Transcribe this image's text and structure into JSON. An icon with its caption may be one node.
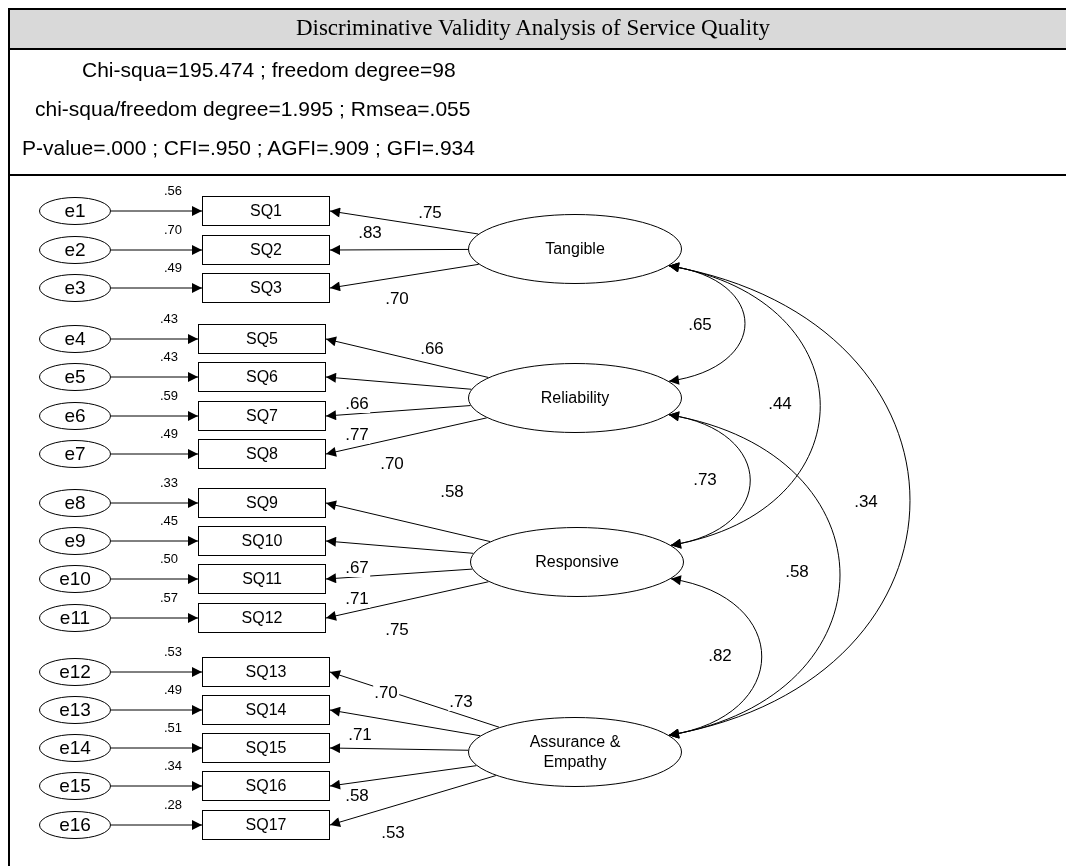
{
  "diagram": {
    "title": "Discriminative Validity Analysis of Service Quality",
    "nodes": [
      {
        "text": [
          "e1"
        ]
      },
      {
        "text": [
          "e2"
        ]
      },
      {
        "text": [
          "e3"
        ]
      },
      {
        "text": [
          "e4"
        ]
      },
      {
        "text": [
          "e5"
        ]
      },
      {
        "text": [
          "e6"
        ]
      },
      {
        "text": [
          "e7"
        ]
      },
      {
        "text": [
          "e8"
        ]
      },
      {
        "text": [
          "e9"
        ]
      },
      {
        "text": [
          "e10"
        ]
      },
      {
        "text": [
          "e11"
        ]
      },
      {
        "text": [
          "e12"
        ]
      },
      {
        "text": [
          "e13"
        ]
      },
      {
        "text": [
          "e14"
        ]
      },
      {
        "text": [
          "e15"
        ]
      },
      {
        "text": [
          "e16"
        ]
      },
      {
        "text": [
          "SQ1"
        ],
        "beside": [
          ".56"
        ]
      },
      {
        "text": [
          "SQ2"
        ],
        "beside": [
          ".70"
        ]
      },
      {
        "text": [
          "SQ3"
        ],
        "beside": [
          ".49"
        ]
      },
      {
        "text": [
          "SQ5"
        ],
        "beside": [
          ".43"
        ]
      },
      {
        "text": [
          "SQ6"
        ],
        "beside": [
          ".43"
        ]
      },
      {
        "text": [
          "SQ7"
        ],
        "beside": [
          ".59"
        ]
      },
      {
        "text": [
          "SQ8"
        ],
        "beside": [
          ".49"
        ]
      },
      {
        "text": [
          "SQ9"
        ],
        "beside": [
          ".33"
        ]
      },
      {
        "text": [
          "SQ10"
        ],
        "beside": [
          ".45"
        ]
      },
      {
        "text": [
          "SQ11"
        ],
        "beside": [
          ".50"
        ]
      },
      {
        "text": [
          "SQ12"
        ],
        "beside": [
          ".57"
        ]
      },
      {
        "text": [
          "SQ13"
        ],
        "beside": [
          ".53"
        ]
      },
      {
        "text": [
          "SQ14"
        ],
        "beside": [
          ".49"
        ]
      },
      {
        "text": [
          "SQ15"
        ],
        "beside": [
          ".51"
        ]
      },
      {
        "text": [
          "SQ16"
        ],
        "beside": [
          ".34"
        ]
      },
      {
        "text": [
          "SQ17"
        ],
        "beside": [
          ".28"
        ]
      },
      {
        "text": [
          "Tangible"
        ]
      },
      {
        "text": [
          "Reliability"
        ]
      },
      {
        "text": [
          "Responsive"
        ]
      },
      {
        "text": [
          "Assurance & Empathy"
        ]
      }
    ],
    "edges": [
      {
        "from": 0,
        "to": 16,
        "arrow": "to"
      },
      {
        "from": 1,
        "to": 17,
        "arrow": "to"
      },
      {
        "from": 2,
        "to": 18,
        "arrow": "to"
      },
      {
        "from": 3,
        "to": 19,
        "arrow": "to"
      },
      {
        "from": 4,
        "to": 20,
        "arrow": "to"
      },
      {
        "from": 5,
        "to": 21,
        "arrow": "to"
      },
      {
        "from": 6,
        "to": 22,
        "arrow": "to"
      },
      {
        "from": 7,
        "to": 23,
        "arrow": "to"
      },
      {
        "from": 8,
        "to": 24,
        "arrow": "to"
      },
      {
        "from": 9,
        "to": 25,
        "arrow": "to"
      },
      {
        "from": 10,
        "to": 26,
        "arrow": "to"
      },
      {
        "from": 11,
        "to": 27,
        "arrow": "to"
      },
      {
        "from": 12,
        "to": 28,
        "arrow": "to"
      },
      {
        "from": 13,
        "to": 29,
        "arrow": "to"
      },
      {
        "from": 14,
        "to": 30,
        "arrow": "to"
      },
      {
        "from": 15,
        "to": 31,
        "arrow": "to"
      },
      {
        "from": 32,
        "to": 16,
        "arrow": "to",
        "label": ".75"
      },
      {
        "from": 32,
        "to": 17,
        "arrow": "to",
        "label": ".83"
      },
      {
        "from": 32,
        "to": 18,
        "arrow": "to",
        "label": ".70"
      },
      {
        "from": 33,
        "to": 19,
        "arrow": "to",
        "label": ".66"
      },
      {
        "from": 33,
        "to": 20,
        "arrow": "to",
        "label": ".66"
      },
      {
        "from": 33,
        "to": 21,
        "arrow": "to",
        "label": ".77"
      },
      {
        "from": 33,
        "to": 22,
        "arrow": "to",
        "label": ".70"
      },
      {
        "from": 34,
        "to": 23,
        "arrow": "to",
        "label": ".58"
      },
      {
        "from": 34,
        "to": 24,
        "arrow": "to",
        "label": ".67"
      },
      {
        "from": 34,
        "to": 25,
        "arrow": "to",
        "label": ".71"
      },
      {
        "from": 34,
        "to": 26,
        "arrow": "to",
        "label": ".75"
      },
      {
        "from": 35,
        "to": 27,
        "arrow": "to",
        "label": ".70"
      },
      {
        "from": 35,
        "to": 28,
        "arrow": "to",
        "label": ".73"
      },
      {
        "from": 35,
        "to": 29,
        "arrow": "to",
        "label": ".71"
      },
      {
        "from": 35,
        "to": 30,
        "arrow": "to",
        "label": ".58"
      },
      {
        "from": 35,
        "to": 31,
        "arrow": "to",
        "label": ".53"
      },
      {
        "from": 32,
        "to": 33,
        "arrow": "both",
        "label": ".65"
      },
      {
        "from": 32,
        "to": 34,
        "arrow": "both",
        "label": ".44"
      },
      {
        "from": 32,
        "to": 35,
        "arrow": "both",
        "label": ".34"
      },
      {
        "from": 33,
        "to": 34,
        "arrow": "both",
        "label": ".73"
      },
      {
        "from": 33,
        "to": 35,
        "arrow": "both",
        "label": ".58"
      },
      {
        "from": 34,
        "to": 35,
        "arrow": "both",
        "label": ".82"
      }
    ],
    "labels": [
      "Chi-squa=195.474 ; freedom degree=98",
      "chi-squa/freedom degree=1.995 ; Rmsea=.055",
      "P-value=.000 ; CFI=.950 ; AGFI=.909 ; GFI=.934"
    ]
  }
}
